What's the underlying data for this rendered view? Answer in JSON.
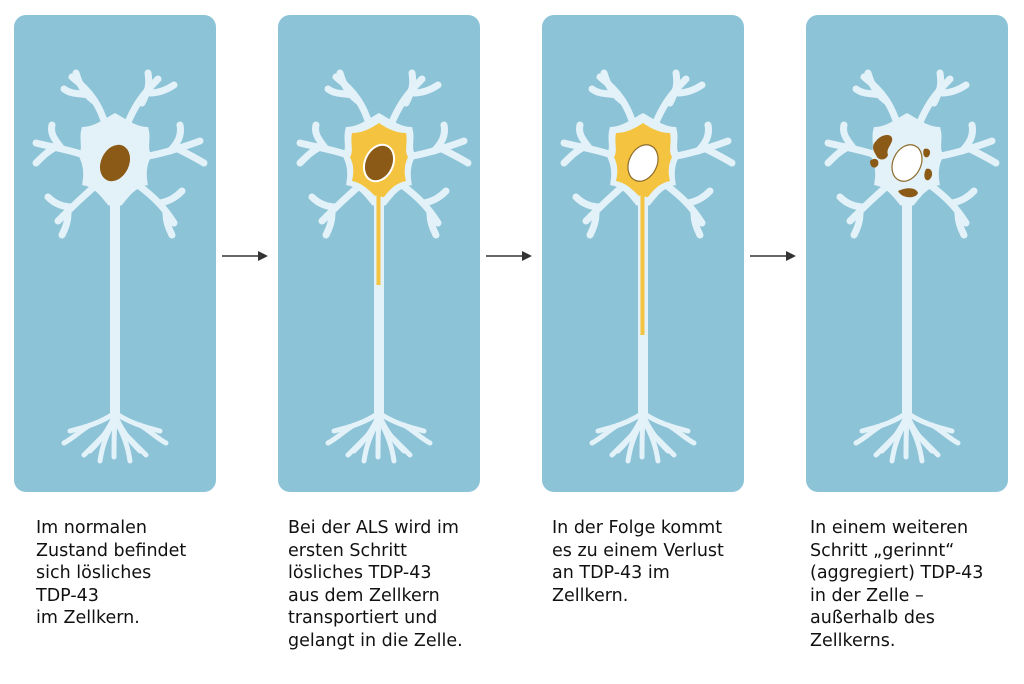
{
  "steps": [
    {
      "stage": "normal",
      "caption_lines": [
        "Im normalen",
        "Zustand befindet",
        "sich lösliches",
        "TDP-43",
        "im Zellkern."
      ]
    },
    {
      "stage": "transport",
      "caption_lines": [
        "Bei der ALS wird im",
        "ersten Schritt",
        "lösliches TDP-43",
        "aus dem Zellkern",
        "transportiert und",
        "gelangt in die Zelle."
      ]
    },
    {
      "stage": "loss",
      "caption_lines": [
        "In der Folge kommt",
        "es zu einem Verlust",
        "an TDP-43 im",
        "Zellkern."
      ]
    },
    {
      "stage": "aggregation",
      "caption_lines": [
        "In einem weiteren",
        "Schritt „gerinnt“",
        "(aggregiert) TDP-43",
        "in der Zelle –",
        "außerhalb des",
        "Zellkerns."
      ]
    }
  ],
  "colors": {
    "panel": "#8cc3d7",
    "neuron": "#e3f1f8",
    "neuron_outline": "#ffffff",
    "soluble_tdp43": "#f4c33f",
    "nucleus_protein": "#8b5a16",
    "empty_nucleus": "#ffffff",
    "aggregates": "#8b5a16",
    "arrow": "#333333"
  }
}
